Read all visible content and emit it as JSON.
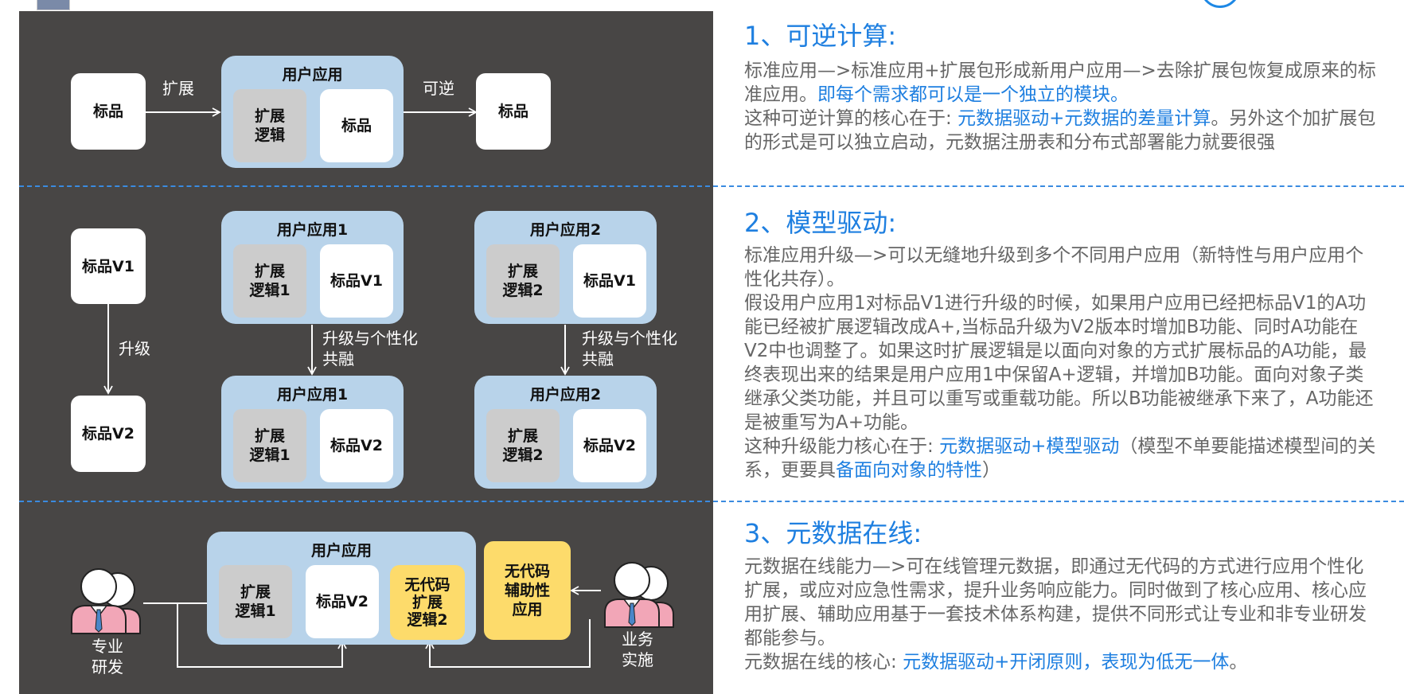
{
  "diagram": {
    "row1": {
      "left_box": "标品",
      "arrow1_label": "扩展",
      "app_title": "用户应用",
      "ext_box": "扩展\n逻辑",
      "std_box": "标品",
      "arrow2_label": "可逆",
      "right_box": "标品"
    },
    "row2": {
      "v1_box": "标品V1",
      "upgrade_label": "升级",
      "v2_box": "标品V2",
      "app1_top": {
        "title": "用户应用1",
        "ext": "扩展\n逻辑1",
        "std": "标品V1"
      },
      "app2_top": {
        "title": "用户应用2",
        "ext": "扩展\n逻辑2",
        "std": "标品V1"
      },
      "app1_bottom": {
        "title": "用户应用1",
        "ext": "扩展\n逻辑1",
        "std": "标品V2"
      },
      "app2_bottom": {
        "title": "用户应用2",
        "ext": "扩展\n逻辑2",
        "std": "标品V2"
      },
      "merge_label_1": "升级与个性化\n共融",
      "merge_label_2": "升级与个性化\n共融"
    },
    "row3": {
      "app_title": "用户应用",
      "ext": "扩展\n逻辑1",
      "std": "标品V2",
      "nocode_ext": "无代码\n扩展\n逻辑2",
      "nocode_aux": "无代码\n辅助性\n应用",
      "left_person_label": "专业\n研发",
      "right_person_label": "业务\n实施"
    }
  },
  "sections": [
    {
      "title": "1、可逆计算:",
      "lines": [
        {
          "segments": [
            {
              "text": "标准应用—>标准应用+扩展包形成新用户应用—>去除扩展包恢复成原来的标准应用。",
              "hl": false
            },
            {
              "text": "即每个需求都可以是一个独立的模块。",
              "hl": true
            }
          ]
        },
        {
          "segments": [
            {
              "text": "这种可逆计算的核心在于: ",
              "hl": false
            },
            {
              "text": "元数据驱动+元数据的差量计算",
              "hl": true
            },
            {
              "text": "。另外这个加扩展包的形式是可以独立启动，元数据注册表和分布式部署能力就要很强",
              "hl": false
            }
          ]
        }
      ]
    },
    {
      "title": "2、模型驱动:",
      "lines": [
        {
          "segments": [
            {
              "text": "标准应用升级—>可以无缝地升级到多个不同用户应用（新特性与用户应用个性化共存）。",
              "hl": false
            }
          ]
        },
        {
          "segments": [
            {
              "text": "假设用户应用1对标品V1进行升级的时候，如果用户应用已经把标品V1的A功能已经被扩展逻辑改成A+,当标品升级为V2版本时增加B功能、同时A功能在V2中也调整了。如果这时扩展逻辑是以面向对象的方式扩展标品的A功能，最终表现出来的结果是用户应用1中保留A+逻辑，并增加B功能。面向对象子类继承父类功能，并且可以重写或重载功能。所以B功能被继承下来了，A功能还是被重写为A+功能。",
              "hl": false
            }
          ]
        },
        {
          "segments": [
            {
              "text": "这种升级能力核心在于: ",
              "hl": false
            },
            {
              "text": "元数据驱动+模型驱动",
              "hl": true
            },
            {
              "text": "（模型不单要能描述模型间的关系，更要具",
              "hl": false
            },
            {
              "text": "备面向对象的特性",
              "hl": true
            },
            {
              "text": "）",
              "hl": false
            }
          ]
        }
      ]
    },
    {
      "title": "3、元数据在线:",
      "lines": [
        {
          "segments": [
            {
              "text": "元数据在线能力—>可在线管理元数据，即通过无代码的方式进行应用个性化扩展，或应对应急性需求，提升业务响应能力。同时做到了核心应用、核心应用扩展、辅助应用基于一套技术体系构建，提供不同形式让专业和非专业研发都能参与。",
              "hl": false
            }
          ]
        },
        {
          "segments": [
            {
              "text": "元数据在线的核心: ",
              "hl": false
            },
            {
              "text": "元数据驱动+开闭原则，表现为低无一体",
              "hl": true
            },
            {
              "text": "。",
              "hl": false
            }
          ]
        }
      ]
    }
  ],
  "colors": {
    "panel": "#484645",
    "app_blue": "#b8d3ea",
    "ext_grey": "#cccccc",
    "nocode_yellow": "#fddb6b",
    "accent_blue": "#1e7fe0",
    "body_text": "#666666"
  }
}
